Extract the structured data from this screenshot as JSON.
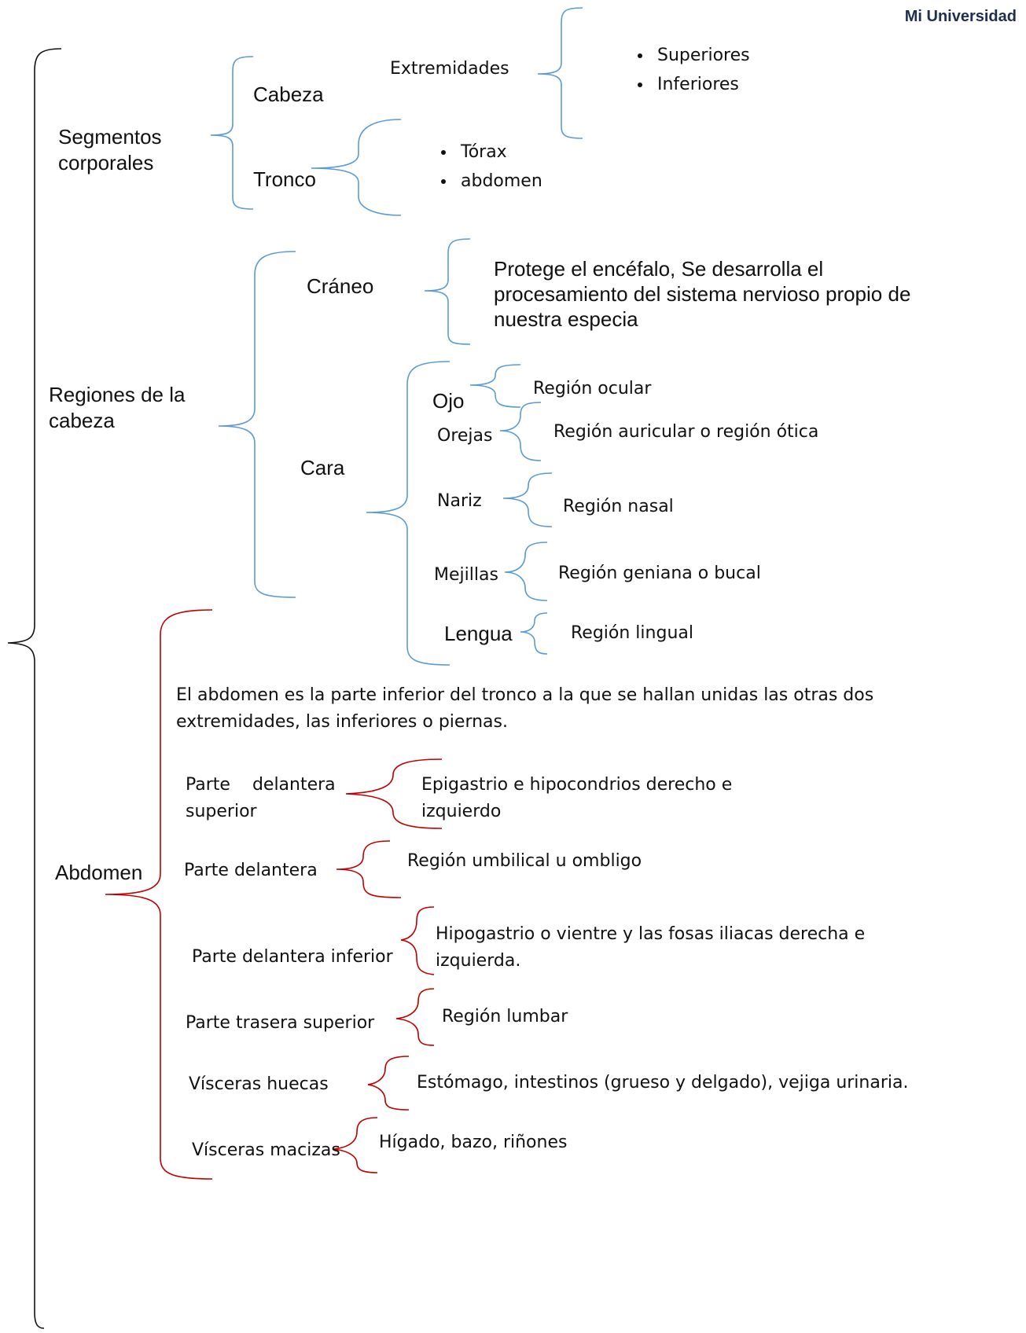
{
  "logo": {
    "text": "Mi Universidad"
  },
  "colors": {
    "blue_brace": "#5b9bd5",
    "red_brace": "#c00000",
    "black_brace": "#111111"
  },
  "segmentos": {
    "label": "Segmentos corporales",
    "cabeza": "Cabeza",
    "extremidades": "Extremidades",
    "extremidades_items": [
      "Superiores",
      "Inferiores"
    ],
    "tronco": "Tronco",
    "tronco_items": [
      "Tórax",
      "abdomen"
    ]
  },
  "regiones": {
    "label": "Regiones de la cabeza",
    "craneo": "Cráneo",
    "craneo_desc": "Protege el encéfalo, Se desarrolla el procesamiento del sistema nervioso propio  de nuestra especia",
    "cara": "Cara",
    "ojo": "Ojo",
    "ojo_region": "Región ocular",
    "orejas": "Orejas",
    "orejas_region": "Región auricular o región ótica",
    "nariz": "Nariz",
    "nariz_region": "Región nasal",
    "mejillas": "Mejillas",
    "mejillas_region": "Región geniana o bucal",
    "lengua": "Lengua",
    "lengua_region": "Región lingual"
  },
  "abdomen": {
    "label": "Abdomen",
    "intro": "El abdomen es la parte inferior del tronco a la que se hallan unidas las otras dos extremidades, las inferiores o piernas.",
    "items": [
      {
        "part": "Parte    delantera superior",
        "desc": "Epigastrio e hipocondrios derecho e izquierdo"
      },
      {
        "part": "Parte delantera",
        "desc": "Región umbilical u ombligo"
      },
      {
        "part": "Parte delantera inferior",
        "desc": "Hipogastrio o vientre y las fosas iliacas derecha e izquierda."
      },
      {
        "part": "Parte trasera superior",
        "desc": "Región lumbar"
      },
      {
        "part": "Vísceras huecas",
        "desc": "Estómago, intestinos (grueso y delgado), vejiga urinaria."
      },
      {
        "part": "Vísceras macizas",
        "desc": "Hígado, bazo, riñones"
      }
    ]
  }
}
